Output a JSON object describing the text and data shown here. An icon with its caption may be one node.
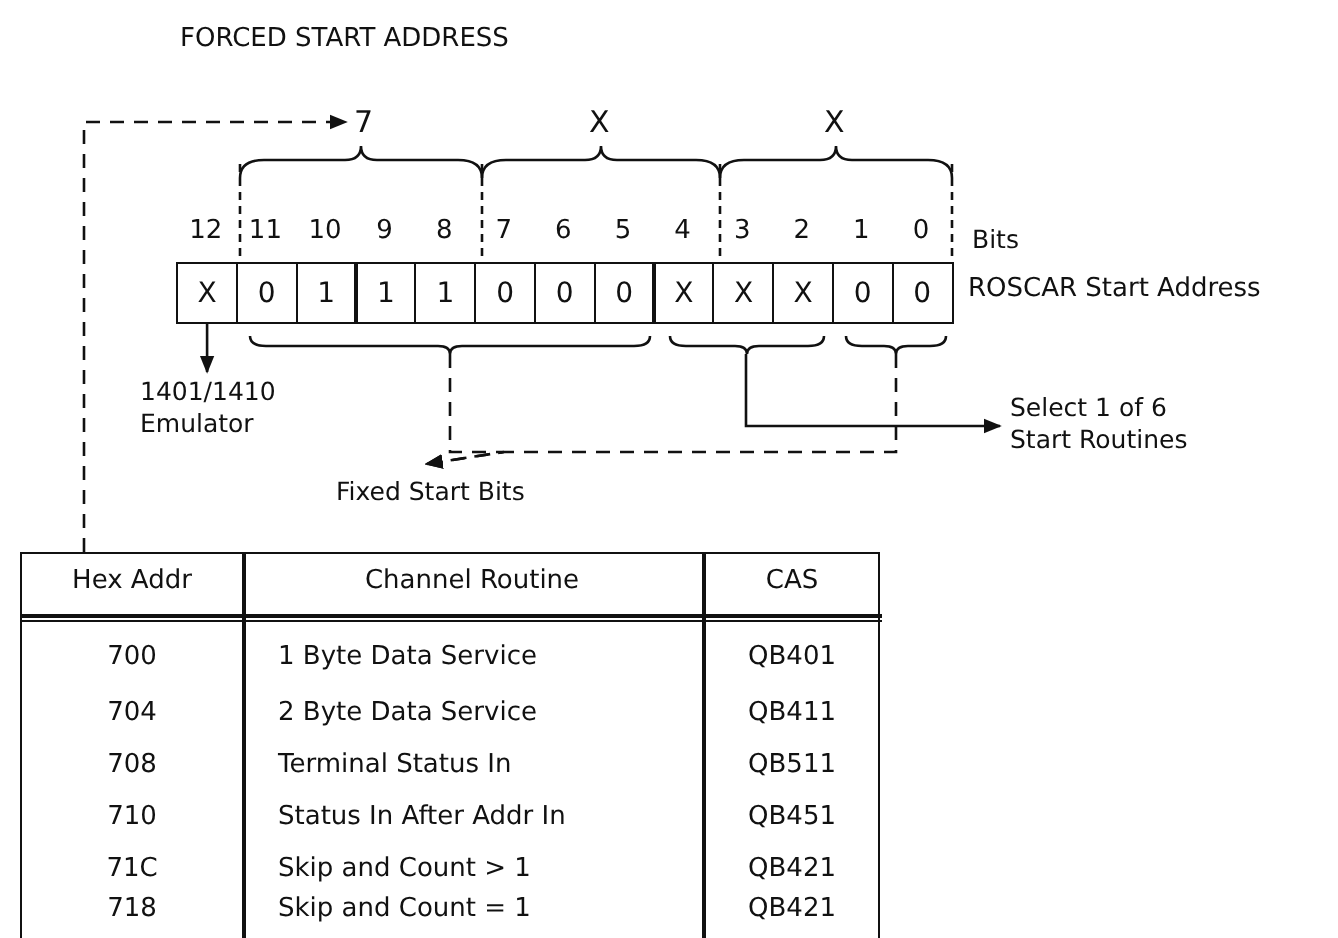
{
  "diagram": {
    "title": "FORCED START ADDRESS",
    "nodes": [
      {
        "text": [
          "X"
        ]
      },
      {
        "text": [
          "0"
        ]
      },
      {
        "text": [
          "1"
        ]
      },
      {
        "text": [
          "1"
        ]
      },
      {
        "text": [
          "1"
        ]
      },
      {
        "text": [
          "0"
        ]
      },
      {
        "text": [
          "0"
        ]
      },
      {
        "text": [
          "0"
        ]
      },
      {
        "text": [
          "X"
        ]
      },
      {
        "text": [
          "X"
        ]
      },
      {
        "text": [
          "X"
        ]
      },
      {
        "text": [
          "0"
        ]
      },
      {
        "text": [
          "0"
        ]
      },
      {
        "text": [
          "1401/1410 Emulator"
        ]
      },
      {
        "text": [
          "Select 1 of 6 Start Routines"
        ]
      },
      {
        "text": [
          "Fixed Start Bits"
        ]
      },
      {
        "text": [
          "7"
        ]
      },
      {
        "text": [],
        "shape": "box"
      }
    ],
    "edges": [
      {
        "from": 17,
        "to": 16,
        "arrow": "to",
        "style": "dashed"
      },
      {
        "from": 0,
        "to": 13,
        "arrow": "to"
      },
      {
        "from": null,
        "to": 14,
        "arrow": "to"
      },
      {
        "from": null,
        "to": 15,
        "arrow": "to",
        "style": "dashed"
      },
      {
        "from": null,
        "to": 15,
        "arrow": "to",
        "style": "dashed"
      }
    ],
    "labels": [
      "X",
      "X",
      "12",
      "11",
      "10",
      "9",
      "8",
      "7",
      "6",
      "5",
      "4",
      "3",
      "2",
      "1",
      "0",
      "Bits",
      "ROSCAR Start Address",
      "Hex Addr",
      "Channel Routine",
      "CAS",
      "700",
      "1 Byte Data Service",
      "QB401",
      "704",
      "2 Byte Data Service",
      "QB411",
      "708",
      "Terminal Status In",
      "QB511",
      "710",
      "Status In After Addr In",
      "QB451",
      "71C",
      "Skip and Count > 1",
      "QB421",
      "718",
      "Skip and Count = 1",
      "QB421"
    ]
  }
}
